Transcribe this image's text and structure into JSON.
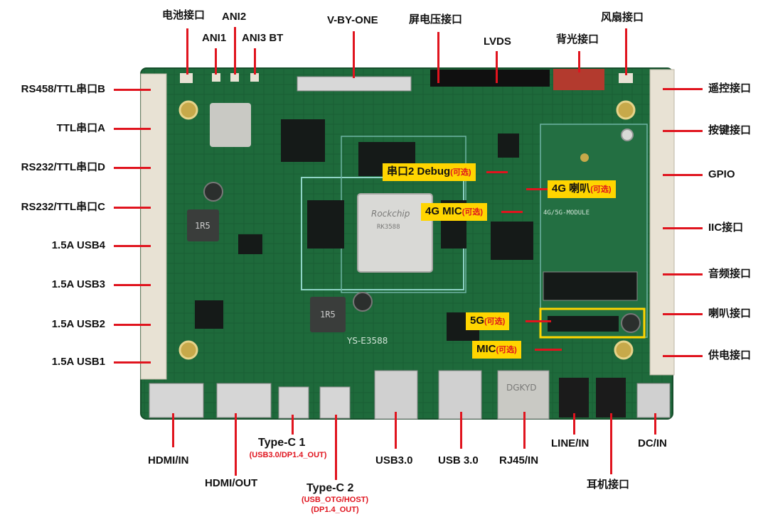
{
  "board": {
    "model_silk": "YS-E3588",
    "soc_brand": "Rockchip",
    "soc_marking": "RK3588",
    "inductor_1": "1R5",
    "inductor_2": "1R5",
    "module_silk": "4G/5G-MODULE",
    "rj45_brand": "DGKYD"
  },
  "labels": {
    "left": [
      "RS458/TTL串口B",
      "TTL串口A",
      "RS232/TTL串口D",
      "RS232/TTL串口C",
      "1.5A  USB4",
      "1.5A  USB3",
      "1.5A  USB2",
      "1.5A  USB1"
    ],
    "right": [
      "遥控接口",
      "按键接口",
      "GPIO",
      "IIC接口",
      "音频接口",
      "喇叭接口",
      "供电接口"
    ],
    "top": {
      "battery": "电池接口",
      "ani1": "ANI1",
      "ani2": "ANI2",
      "ani3bt": "ANI3 BT",
      "vbyone": "V-BY-ONE",
      "screen_voltage": "屏电压接口",
      "lvds": "LVDS",
      "backlight": "背光接口",
      "fan": "风扇接口"
    },
    "bottom": {
      "hdmi_in": "HDMI/IN",
      "hdmi_out": "HDMI/OUT",
      "typec1": "Type-C  1",
      "typec1_sub": "(USB3.0/DP1.4_OUT)",
      "typec2": "Type-C  2",
      "typec2_sub1": "(USB_OTG/HOST)",
      "typec2_sub2": "(DP1.4_OUT)",
      "usb30_a": "USB3.0",
      "usb30_b": "USB 3.0",
      "rj45": "RJ45/IN",
      "line_in": "LINE/IN",
      "earphone": "耳机接口",
      "dc_in": "DC/IN"
    },
    "callouts": {
      "debug": "串口2  Debug",
      "speaker4g": "4G  喇叭",
      "mic4g": "4G  MIC",
      "g5": "5G",
      "mic": "MIC",
      "optional": "(可选)"
    }
  },
  "colors": {
    "pcb": "#1f6b3c",
    "accent": "#e0141e",
    "callout_bg": "#ffd500",
    "connector": "#e8e2d4",
    "backlight_connector": "#b33a2e"
  }
}
